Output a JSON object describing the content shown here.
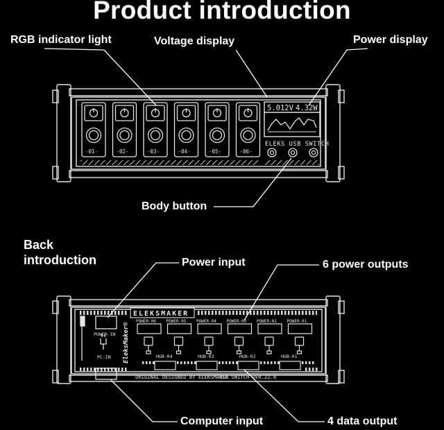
{
  "title": "Product introduction",
  "front": {
    "callouts": {
      "rgb": "RGB indicator light",
      "voltage": "Voltage display",
      "power": "Power display",
      "body_button": "Body button"
    },
    "ports": [
      "-01-",
      "-02-",
      "-03-",
      "-04-",
      "-05-",
      "-06-"
    ],
    "screen_voltage": "5.012V",
    "screen_power": "4.32W",
    "brand_text": "ELEKS USB SWITCH"
  },
  "back": {
    "heading": "Back introduction",
    "callouts": {
      "power_input": "Power input",
      "power_outputs": "6 power outputs",
      "computer_input": "Computer input",
      "data_output": "4 data output"
    },
    "brand": "ELEKSMAKER",
    "side_brand": "EleksMaker®",
    "power_in": "POWER-IN",
    "pc_in": "PC-IN",
    "power_ports": [
      "POWER-06",
      "POWER-05",
      "POWER-04",
      "POWER-03",
      "POWER-02",
      "POWER-01"
    ],
    "hubs": [
      "HUB-04",
      "HUB-03",
      "HUB-02",
      "HUB-01"
    ],
    "footer_left": "ORIGINAL DESIGNED BY ELEKSMAKER",
    "footer_right": "USB SWITCH VER.22.8"
  }
}
